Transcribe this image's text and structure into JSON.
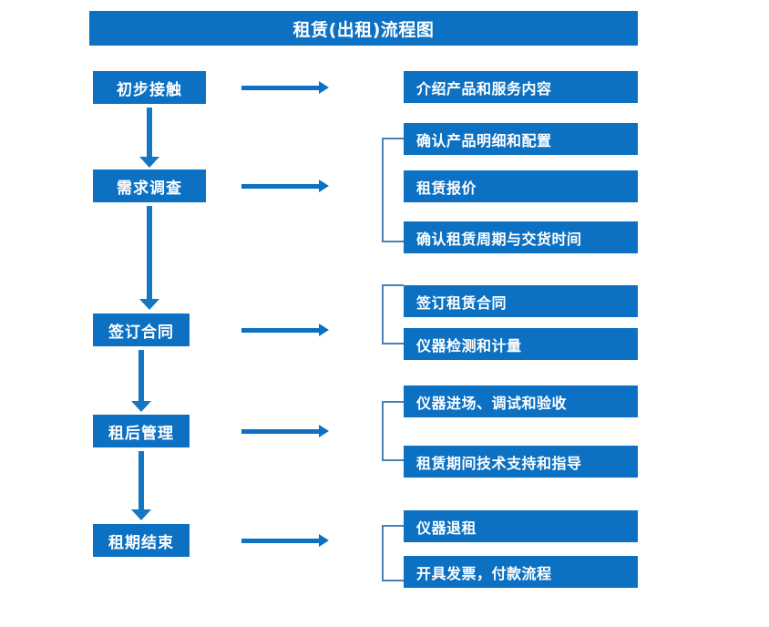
{
  "diagram": {
    "title": "租赁(出租)流程图",
    "theme": {
      "box_fill": "#0C71C3",
      "box_text": "#FFFFFF",
      "arrow_color": "#0C71C3",
      "vertical_arrow_color": "#1477C4",
      "bracket_color": "#4A82B8",
      "background": "#FFFFFF"
    },
    "stages": [
      {
        "label": "初步接触"
      },
      {
        "label": "需求调查"
      },
      {
        "label": "签订合同"
      },
      {
        "label": "租后管理"
      },
      {
        "label": "租期结束"
      }
    ],
    "tasks": [
      {
        "label": "介绍产品和服务内容"
      },
      {
        "label": "确认产品明细和配置"
      },
      {
        "label": "租赁报价"
      },
      {
        "label": "确认租赁周期与交货时间"
      },
      {
        "label": "签订租赁合同"
      },
      {
        "label": "仪器检测和计量"
      },
      {
        "label": "仪器进场、调试和验收"
      },
      {
        "label": "租赁期间技术支持和指导"
      },
      {
        "label": "仪器退租"
      },
      {
        "label": "开具发票，付款流程"
      }
    ],
    "groups": [
      {
        "stage": "需求调查",
        "tasks": [
          "确认产品明细和配置",
          "租赁报价",
          "确认租赁周期与交货时间"
        ]
      },
      {
        "stage": "签订合同",
        "tasks": [
          "签订租赁合同",
          "仪器检测和计量"
        ]
      },
      {
        "stage": "租后管理",
        "tasks": [
          "仪器进场、调试和验收",
          "租赁期间技术支持和指导"
        ]
      },
      {
        "stage": "租期结束",
        "tasks": [
          "仪器退租",
          "开具发票，付款流程"
        ]
      }
    ],
    "flow_order": [
      "初步接触",
      "需求调查",
      "签订合同",
      "租后管理",
      "租期结束"
    ]
  }
}
